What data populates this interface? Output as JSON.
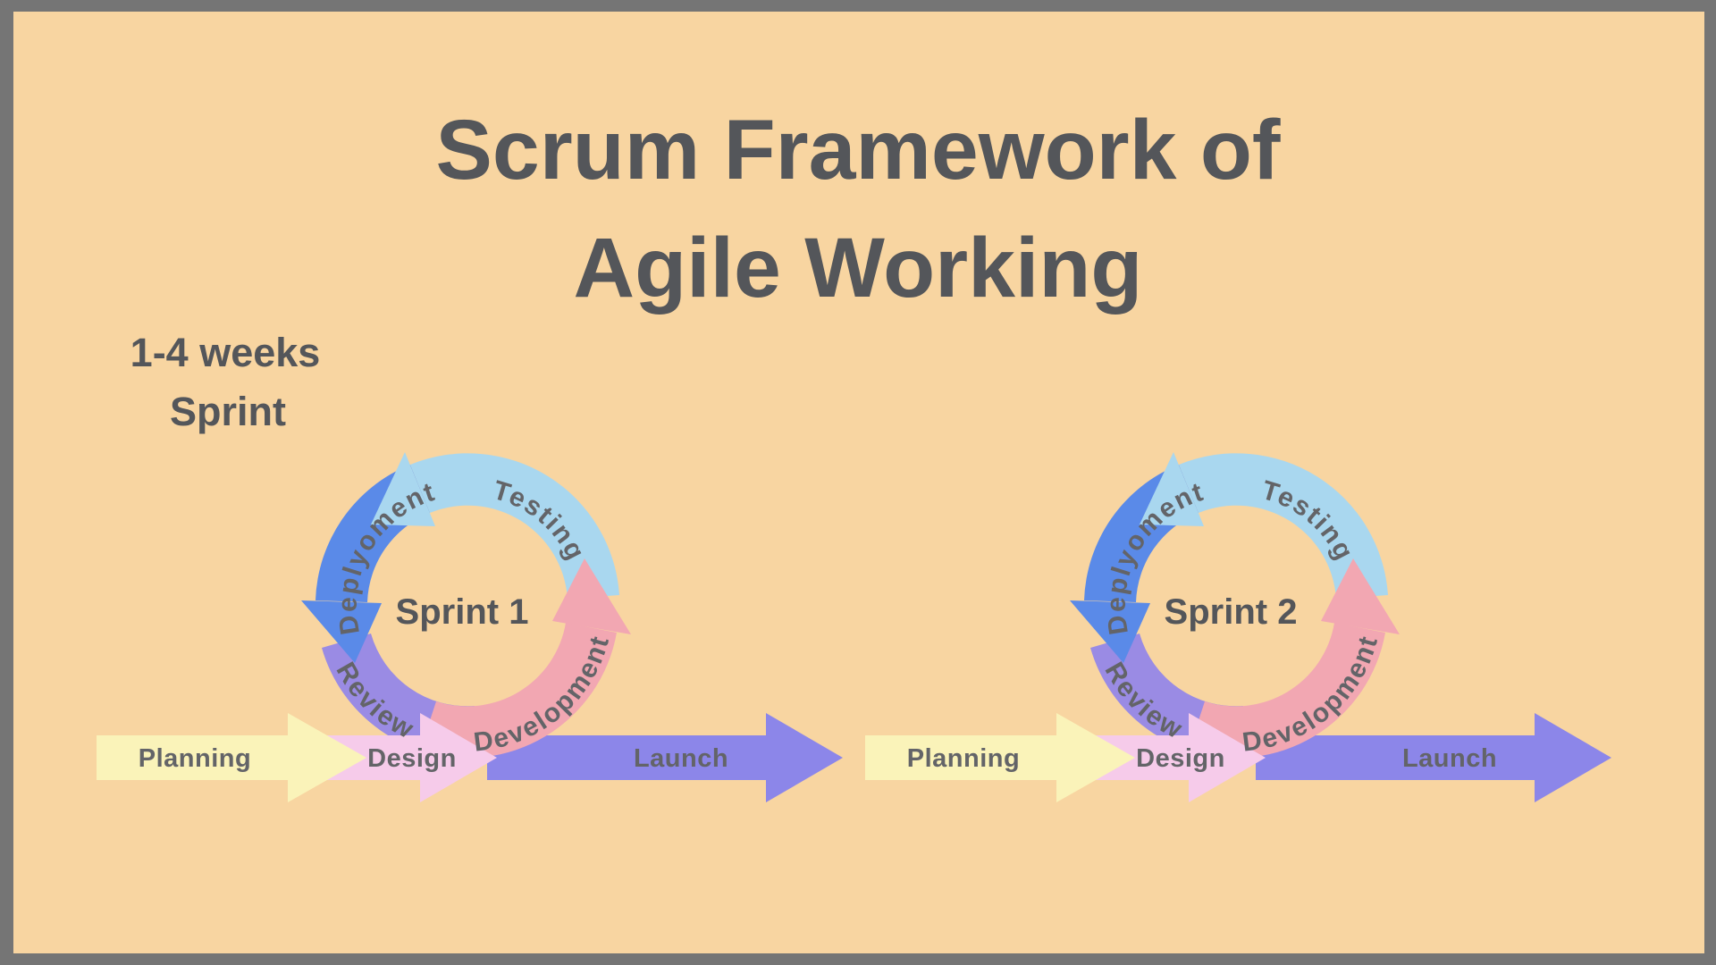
{
  "colors": {
    "frame": "#757575",
    "panel": "#F8D5A1",
    "title_text": "#54565A",
    "label_text": "#636468",
    "planning": "#FAF3B9",
    "design": "#F6CBEA",
    "launch": "#8C86E9",
    "development": "#F2A7B2",
    "testing": "#A9D7EF",
    "deployment": "#5A8AE8",
    "review": "#9A8BE4"
  },
  "title": {
    "line1": "Scrum Framework of",
    "line2": "Agile Working"
  },
  "subtitle": {
    "line1": "1-4 weeks",
    "line2": "Sprint"
  },
  "sprints": [
    {
      "name": "Sprint 1",
      "phases": {
        "development": "Development",
        "testing": "Testing",
        "deployment": "Deplyoment",
        "review": "Review"
      },
      "flow": {
        "planning": "Planning",
        "design": "Design",
        "launch": "Launch"
      }
    },
    {
      "name": "Sprint 2",
      "phases": {
        "development": "Development",
        "testing": "Testing",
        "deployment": "Deplyoment",
        "review": "Review"
      },
      "flow": {
        "planning": "Planning",
        "design": "Design",
        "launch": "Launch"
      }
    }
  ]
}
